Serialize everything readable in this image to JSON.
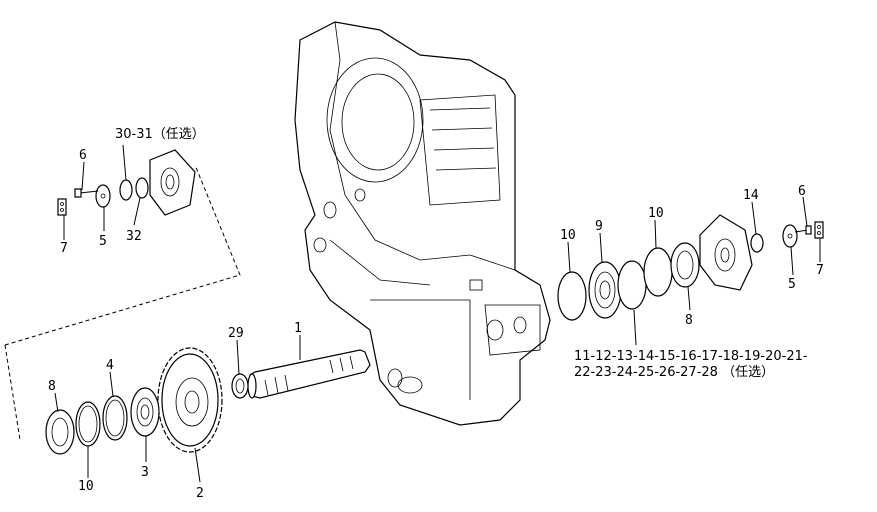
{
  "callouts": {
    "p1": "1",
    "p2": "2",
    "p3": "3",
    "p4": "4",
    "p5_left": "5",
    "p5_right": "5",
    "p6_left": "6",
    "p6_right": "6",
    "p7_left": "7",
    "p7_right": "7",
    "p8_left": "8",
    "p8_right": "8",
    "p9": "9",
    "p10_bottom": "10",
    "p10_right_a": "10",
    "p10_right_b": "10",
    "p14": "14",
    "p29": "29",
    "p32": "32",
    "p30_31": "30-31（任选）",
    "range_line1": "11-12-13-14-15-16-17-18-19-20-21-",
    "range_line2": "22-23-24-25-26-27-28 （任选）"
  }
}
